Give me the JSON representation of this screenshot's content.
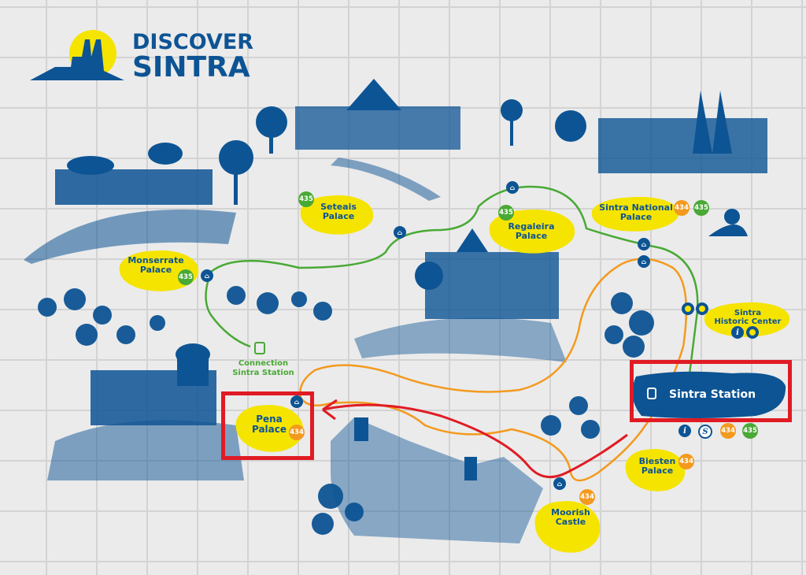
{
  "logo": {
    "line1": "DISCOVER",
    "line2": "SINTRA"
  },
  "places": {
    "seteais": {
      "name": "Seteais Palace",
      "line1": "Seteais",
      "line2": "Palace",
      "routes": [
        "435"
      ]
    },
    "regaleira": {
      "name": "Regaleira Palace",
      "line1": "Regaleira",
      "line2": "Palace",
      "routes": [
        "435"
      ]
    },
    "national": {
      "name": "Sintra National Palace",
      "line1": "Sintra National",
      "line2": "Palace",
      "routes": [
        "434",
        "435"
      ]
    },
    "monserrate": {
      "name": "Monserrate Palace",
      "line1": "Monserrate",
      "line2": "Palace",
      "routes": [
        "435"
      ]
    },
    "connection": {
      "line1": "Connection",
      "line2": "Sintra Station"
    },
    "pena": {
      "name": "Pena Palace",
      "line1": "Pena",
      "line2": "Palace",
      "routes": [
        "434"
      ]
    },
    "historic": {
      "line1": "Sintra",
      "line2": "Historic Center",
      "info": "i"
    },
    "station": {
      "name": "Sintra Station",
      "info": "i",
      "train": "S",
      "routes": [
        "434",
        "435"
      ]
    },
    "biesten": {
      "line1": "Biesten",
      "line2": "Palace",
      "routes": [
        "434"
      ]
    },
    "moorish": {
      "line1": "Moorish",
      "line2": "Castle",
      "routes": [
        "434"
      ]
    }
  },
  "colors": {
    "blue": "#0d5494",
    "yellow": "#f5e400",
    "route_434": "#f39a1e",
    "route_435": "#49a935",
    "annotation": "#e01b24"
  }
}
